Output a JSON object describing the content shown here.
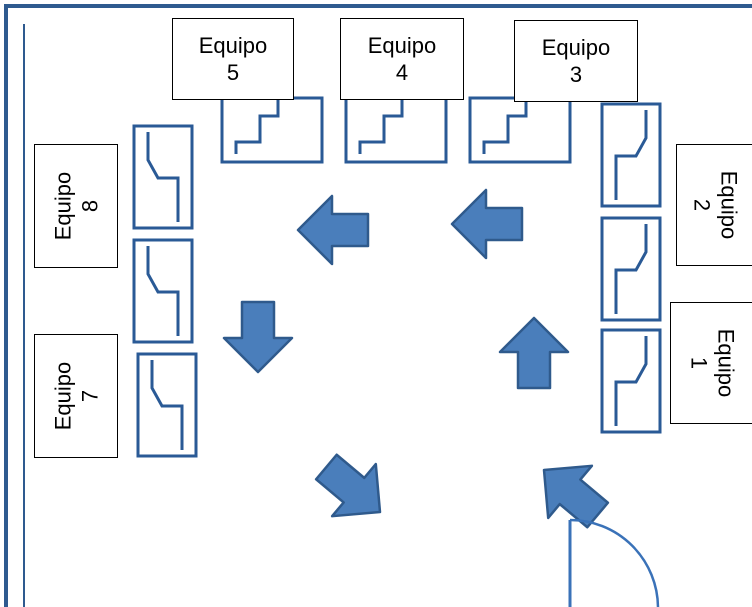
{
  "colors": {
    "room_border": "#2e5a8f",
    "furniture_stroke": "#2a5a96",
    "arrow_fill": "#4a7ebb",
    "arrow_stroke": "#2f5a8c",
    "door_arc": "#3a72b8",
    "team_box_border": "#000000",
    "background": "#ffffff"
  },
  "icons": {
    "furniture": "workstation-desk-icon",
    "arrow": "flow-arrow-icon",
    "door": "door-swing-icon"
  },
  "teams": [
    {
      "word": "Equipo",
      "number": "1"
    },
    {
      "word": "Equipo",
      "number": "2"
    },
    {
      "word": "Equipo",
      "number": "3"
    },
    {
      "word": "Equipo",
      "number": "4"
    },
    {
      "word": "Equipo",
      "number": "5"
    },
    {
      "word": "Equipo",
      "number": "7"
    },
    {
      "word": "Equipo",
      "number": "8"
    }
  ]
}
